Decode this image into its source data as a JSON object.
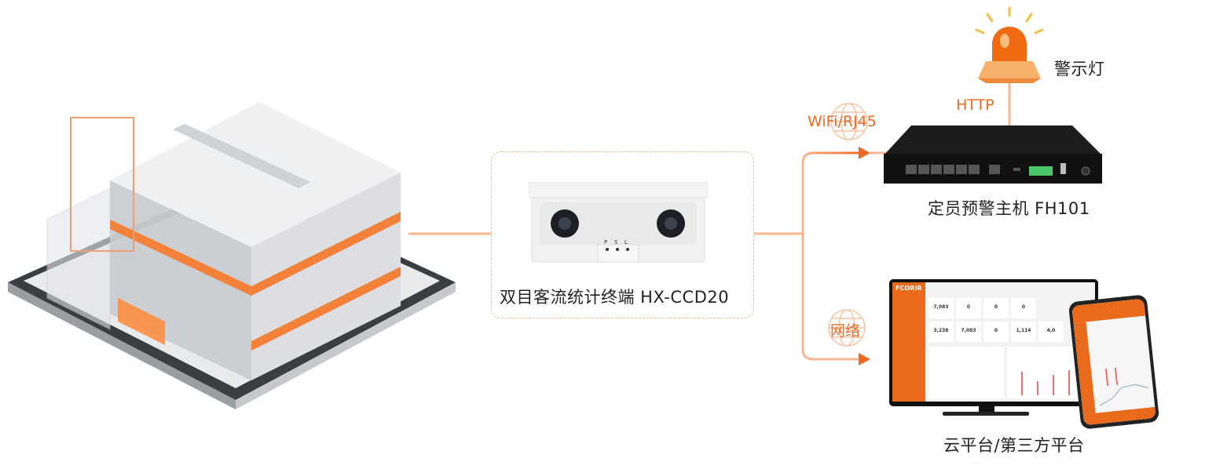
{
  "camera": {
    "label": "双目客流统计终端  HX-CCD20",
    "indicators": [
      "P",
      "S",
      "L"
    ]
  },
  "host": {
    "label": "定员预警主机  FH101"
  },
  "alarm": {
    "label": "警示灯"
  },
  "links": {
    "http": "HTTP",
    "wifi": "WiFi/RJ45",
    "network": "网络"
  },
  "platform": {
    "label": "云平台/第三方平台",
    "logo": "FCORIR",
    "values": [
      "7,083",
      "0",
      "0",
      "0",
      "3,238",
      "7,083",
      "0",
      "1,114",
      "4,0"
    ]
  },
  "colors": {
    "accent": "#ee6a22",
    "line": "#f7b48f"
  }
}
